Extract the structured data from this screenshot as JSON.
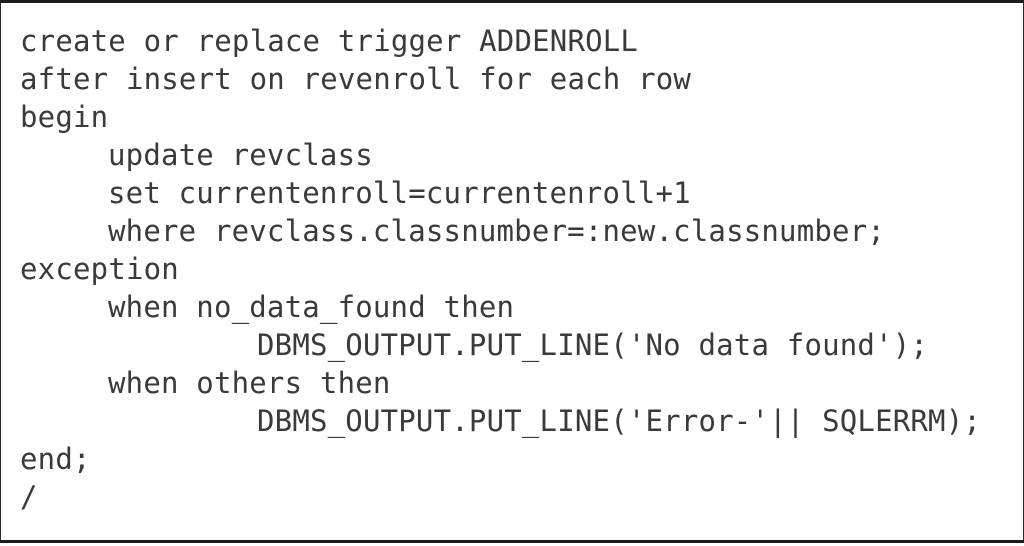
{
  "figure": {
    "kind": "sql-code-listing",
    "language": "PL/SQL",
    "border_color": "#1c1c1c",
    "text_color": "#3a3a3a",
    "background_color": "#ffffff"
  },
  "code": {
    "lines": [
      {
        "text": "create or replace trigger ADDENROLL",
        "indent": 0
      },
      {
        "text": "after insert on revenroll for each row",
        "indent": 0
      },
      {
        "text": "begin",
        "indent": 0
      },
      {
        "text": "update revclass",
        "indent": 1
      },
      {
        "text": "set currentenroll=currentenroll+1",
        "indent": 1
      },
      {
        "text": "where revclass.classnumber=:new.classnumber;",
        "indent": 1
      },
      {
        "text": "exception",
        "indent": 0
      },
      {
        "text": "when no_data_found then",
        "indent": 1
      },
      {
        "text": "DBMS_OUTPUT.PUT_LINE('No data found');",
        "indent": 2
      },
      {
        "text": "when others then",
        "indent": 1
      },
      {
        "text": "DBMS_OUTPUT.PUT_LINE('Error-'|| SQLERRM);",
        "indent": 2
      },
      {
        "text": "end;",
        "indent": 0
      },
      {
        "text": "/",
        "indent": 0
      }
    ]
  }
}
